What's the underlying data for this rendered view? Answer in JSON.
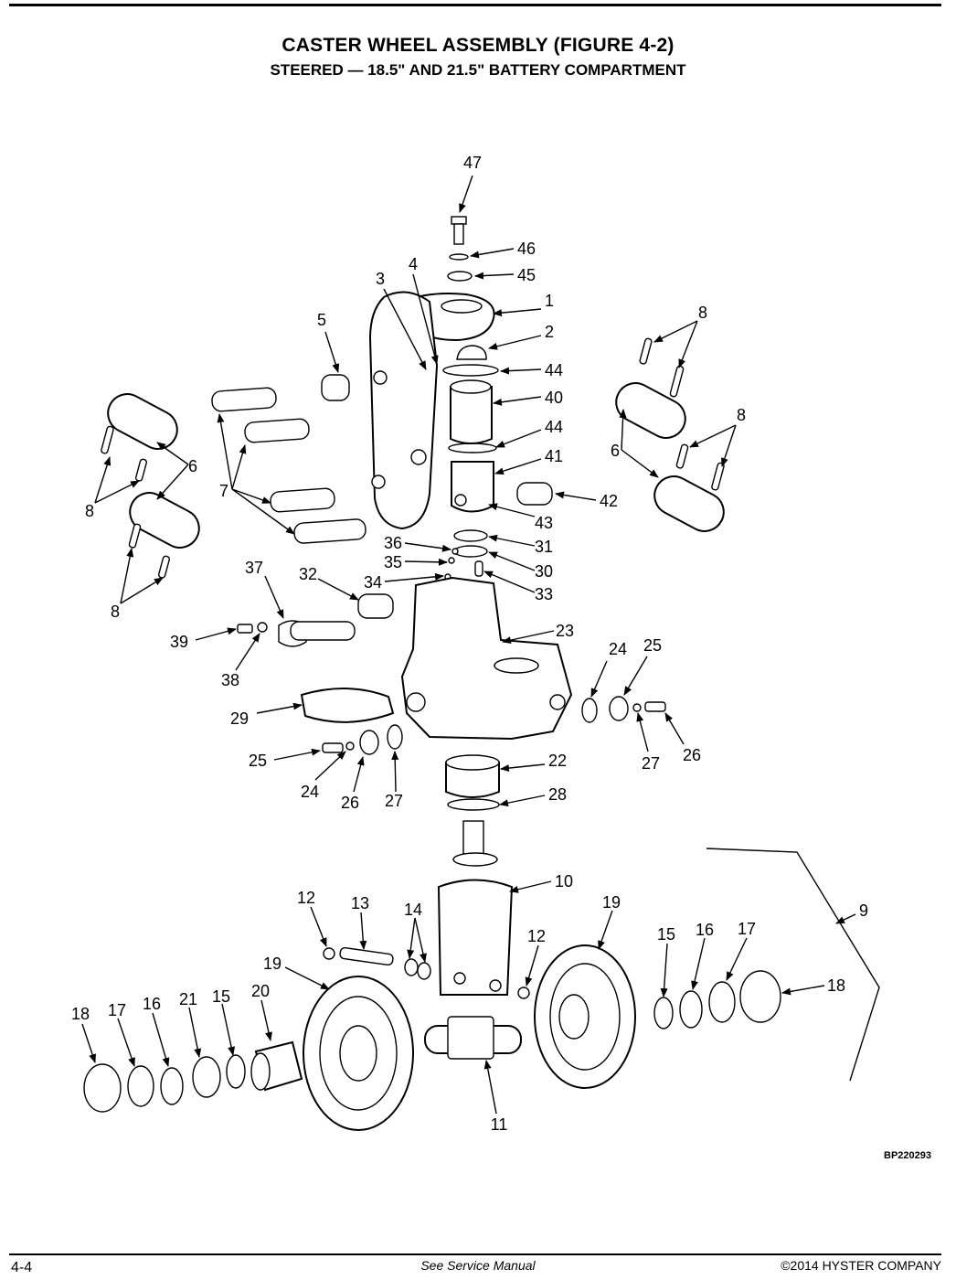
{
  "title": "CASTER WHEEL ASSEMBLY (FIGURE 4-2)",
  "subtitle": "STEERED — 18.5\" AND 21.5\" BATTERY COMPARTMENT",
  "drawing_id": "BP220293",
  "footer": {
    "page_number": "4-4",
    "center_text": "See Service Manual",
    "copyright": "©2014 HYSTER COMPANY"
  },
  "callouts": [
    "47",
    "46",
    "45",
    "4",
    "3",
    "1",
    "5",
    "2",
    "44",
    "40",
    "44",
    "41",
    "42",
    "43",
    "8",
    "8",
    "6",
    "6",
    "7",
    "8",
    "8",
    "36",
    "31",
    "35",
    "30",
    "34",
    "33",
    "37",
    "32",
    "23",
    "39",
    "38",
    "24",
    "25",
    "29",
    "26",
    "27",
    "25",
    "24",
    "26",
    "27",
    "22",
    "28",
    "10",
    "9",
    "12",
    "13",
    "14",
    "19",
    "12",
    "15",
    "16",
    "17",
    "18",
    "19",
    "18",
    "17",
    "16",
    "21",
    "15",
    "20",
    "11"
  ]
}
